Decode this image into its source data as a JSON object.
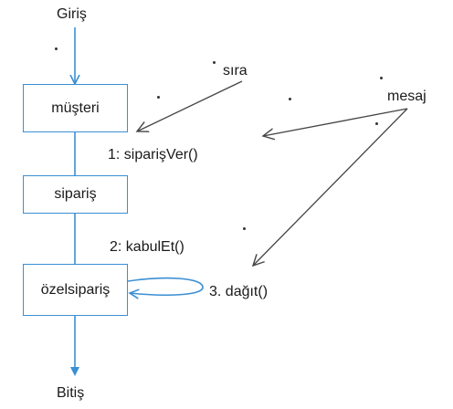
{
  "diagram": {
    "start_label": "Giriş",
    "end_label": "Bitiş",
    "nodes": {
      "musteri": "müşteri",
      "siparis": "sipariş",
      "ozelsiparis": "özelsipariş"
    },
    "messages": {
      "m1": "1: siparişVer()",
      "m2": "2: kabulEt()",
      "m3": "3. dağıt()"
    },
    "annotations": {
      "sira": "sıra",
      "mesaj": "mesaj"
    },
    "colors": {
      "flow": "#3b8fd3",
      "annotation_arrow": "#444444",
      "text": "#1a1a1a"
    }
  }
}
